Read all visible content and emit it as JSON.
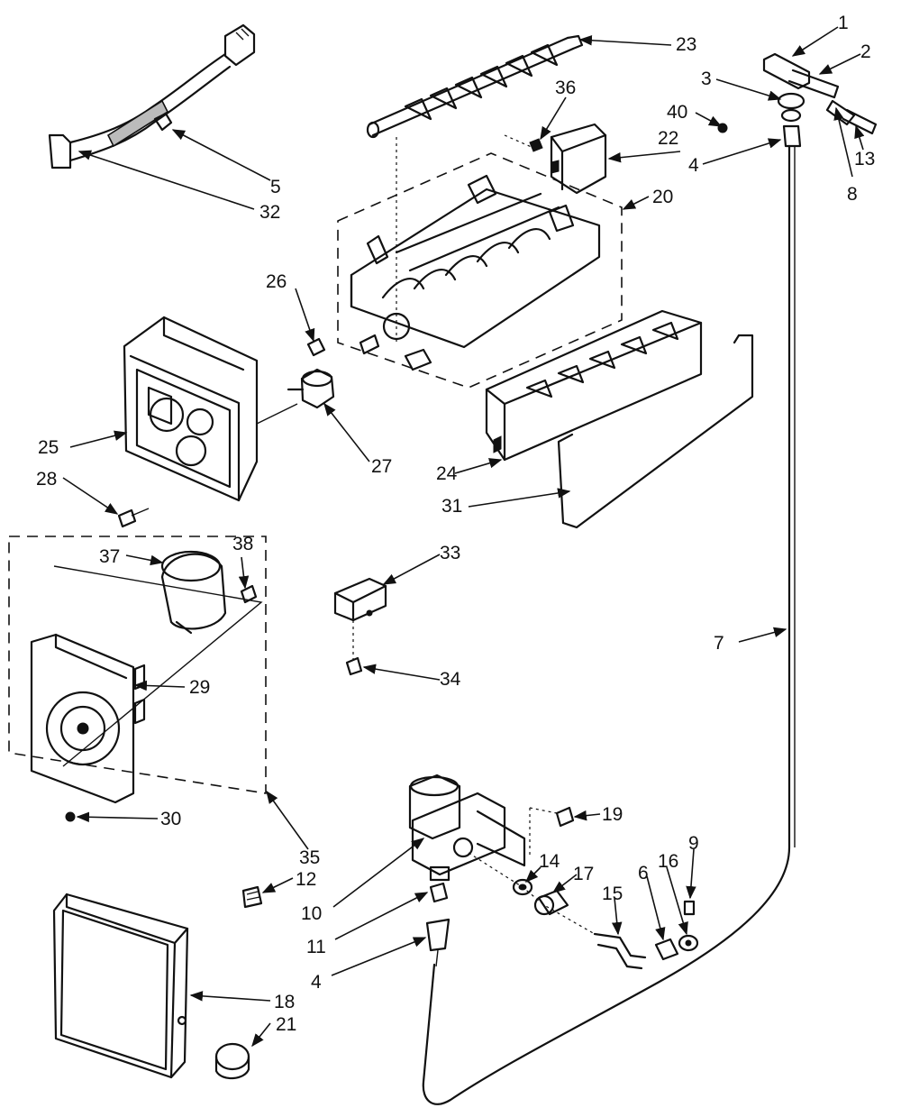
{
  "callouts": [
    {
      "id": "1",
      "text": "1"
    },
    {
      "id": "2",
      "text": "2"
    },
    {
      "id": "3",
      "text": "3"
    },
    {
      "id": "40",
      "text": "40"
    },
    {
      "id": "13",
      "text": "13"
    },
    {
      "id": "4a",
      "text": "4"
    },
    {
      "id": "8",
      "text": "8"
    },
    {
      "id": "23",
      "text": "23"
    },
    {
      "id": "36",
      "text": "36"
    },
    {
      "id": "22",
      "text": "22"
    },
    {
      "id": "20",
      "text": "20"
    },
    {
      "id": "5",
      "text": "5"
    },
    {
      "id": "32",
      "text": "32"
    },
    {
      "id": "26",
      "text": "26"
    },
    {
      "id": "27",
      "text": "27"
    },
    {
      "id": "25",
      "text": "25"
    },
    {
      "id": "28",
      "text": "28"
    },
    {
      "id": "24",
      "text": "24"
    },
    {
      "id": "31",
      "text": "31"
    },
    {
      "id": "38",
      "text": "38"
    },
    {
      "id": "37",
      "text": "37"
    },
    {
      "id": "29",
      "text": "29"
    },
    {
      "id": "33",
      "text": "33"
    },
    {
      "id": "34",
      "text": "34"
    },
    {
      "id": "7",
      "text": "7"
    },
    {
      "id": "30",
      "text": "30"
    },
    {
      "id": "35",
      "text": "35"
    },
    {
      "id": "19",
      "text": "19"
    },
    {
      "id": "9",
      "text": "9"
    },
    {
      "id": "12",
      "text": "12"
    },
    {
      "id": "14",
      "text": "14"
    },
    {
      "id": "17",
      "text": "17"
    },
    {
      "id": "6",
      "text": "6"
    },
    {
      "id": "16",
      "text": "16"
    },
    {
      "id": "15",
      "text": "15"
    },
    {
      "id": "10",
      "text": "10"
    },
    {
      "id": "11",
      "text": "11"
    },
    {
      "id": "4b",
      "text": "4"
    },
    {
      "id": "18",
      "text": "18"
    },
    {
      "id": "21",
      "text": "21"
    }
  ]
}
